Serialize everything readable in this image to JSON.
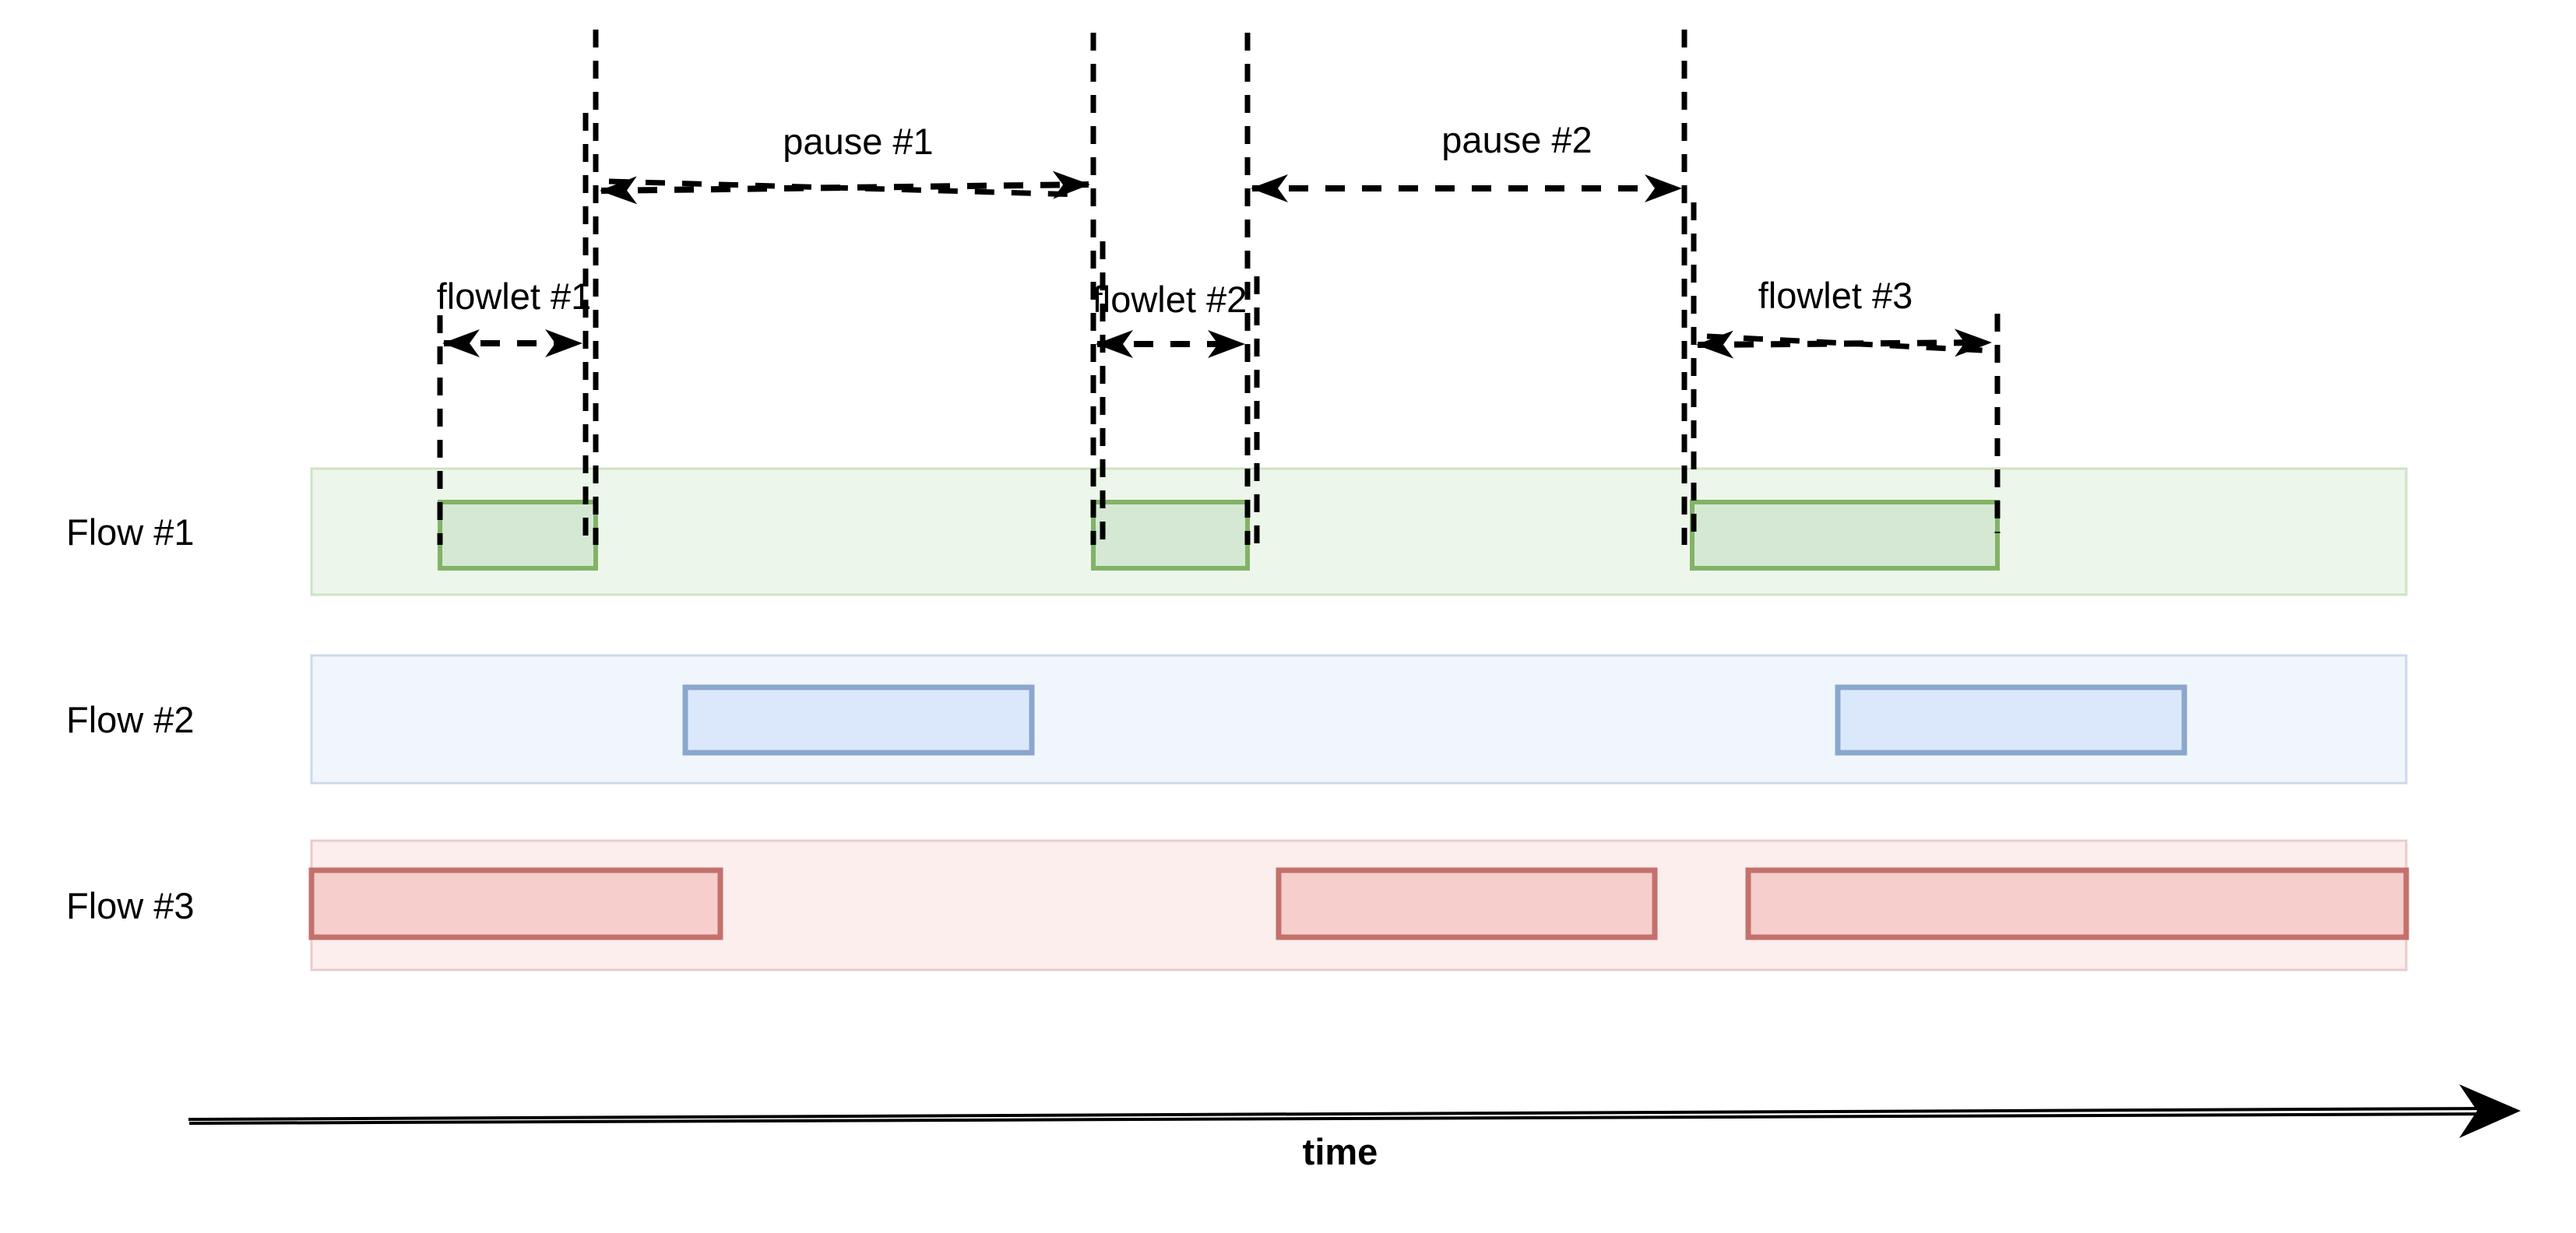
{
  "diagram": {
    "type": "flowlet-timing-diagram",
    "flows": [
      {
        "label": "Flow #1",
        "color_name": "green",
        "segment_count": 3
      },
      {
        "label": "Flow #2",
        "color_name": "blue",
        "segment_count": 2
      },
      {
        "label": "Flow #3",
        "color_name": "red",
        "segment_count": 3
      }
    ],
    "flowlet_annotations": [
      {
        "label": "flowlet #1"
      },
      {
        "label": "flowlet #2"
      },
      {
        "label": "flowlet #3"
      }
    ],
    "pause_annotations": [
      {
        "label": "pause #1"
      },
      {
        "label": "pause #2"
      }
    ],
    "time_axis": {
      "label": "time"
    },
    "colors": {
      "green_band_fill": "#edf6ea",
      "green_band_stroke": "#cfe3c5",
      "green_box_fill": "#d5e8d4",
      "green_box_stroke": "#82b366",
      "blue_band_fill": "#f1f6fd",
      "blue_band_stroke": "#ccdaeb",
      "blue_box_fill": "#dbe8fb",
      "blue_box_stroke": "#8aa7cc",
      "red_band_fill": "#fbeeed",
      "red_band_stroke": "#e9cdcb",
      "red_box_fill": "#f6cecc",
      "red_box_stroke": "#c4706c",
      "line_color": "#000000",
      "text_color": "#000000"
    }
  }
}
